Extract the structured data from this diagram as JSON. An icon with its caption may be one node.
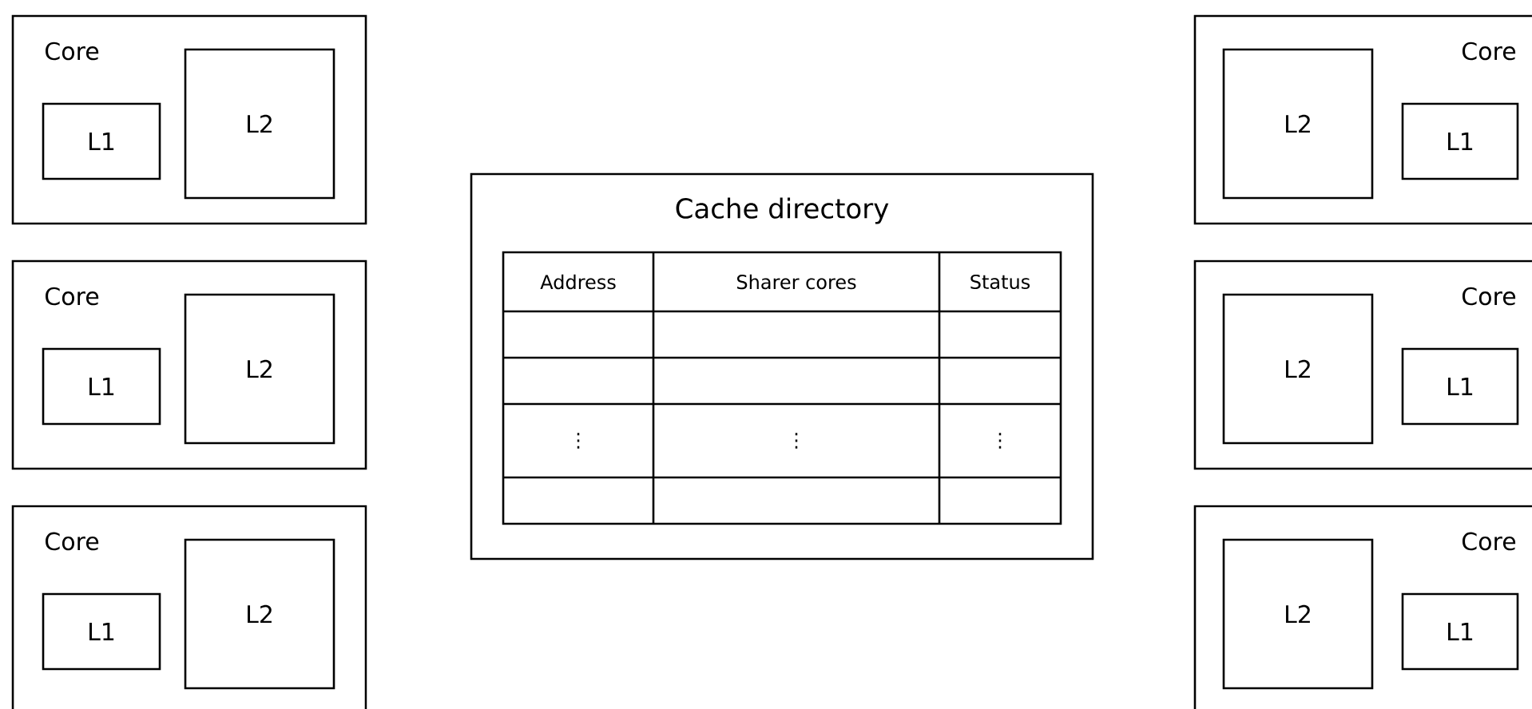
{
  "diagram": {
    "nodes": [
      {
        "text": [
          "Core"
        ]
      },
      {
        "text": [
          "L1"
        ],
        "in": 0
      },
      {
        "text": [
          "L2"
        ],
        "in": 0
      },
      {
        "text": [
          "Core"
        ]
      },
      {
        "text": [
          "L1"
        ],
        "in": 3
      },
      {
        "text": [
          "L2"
        ],
        "in": 3
      },
      {
        "text": [
          "Core"
        ]
      },
      {
        "text": [
          "L1"
        ],
        "in": 6
      },
      {
        "text": [
          "L2"
        ],
        "in": 6
      },
      {
        "text": [
          "Cache directory"
        ]
      },
      {
        "text": [
          "Core"
        ]
      },
      {
        "text": [
          "L2"
        ],
        "in": 10
      },
      {
        "text": [
          "L1"
        ],
        "in": 10
      },
      {
        "text": [
          "Core"
        ]
      },
      {
        "text": [
          "L2"
        ],
        "in": 13
      },
      {
        "text": [
          "L1"
        ],
        "in": 13
      },
      {
        "text": [
          "Core"
        ]
      },
      {
        "text": [
          "L2"
        ],
        "in": 16
      },
      {
        "text": [
          "L1"
        ],
        "in": 16
      }
    ],
    "edges": [],
    "labels": [
      "Address",
      "Sharer cores",
      "Status",
      "⋮",
      "⋮",
      "⋮"
    ]
  }
}
